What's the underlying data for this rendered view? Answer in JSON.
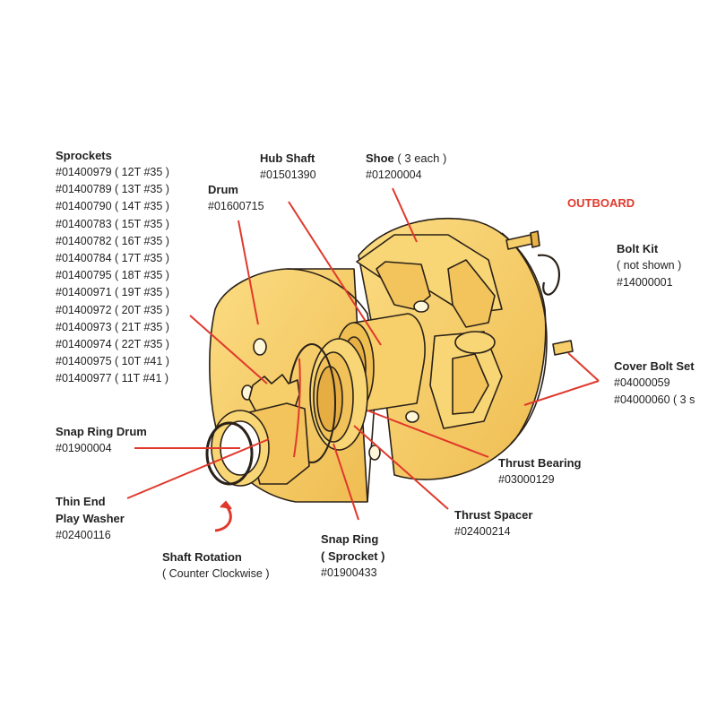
{
  "colors": {
    "accent": "#e0392c",
    "part_fill": "#f6cf6a",
    "part_stroke": "#2a2118"
  },
  "sprockets": {
    "title": "Sprockets",
    "items": [
      "#01400979 ( 12T #35 )",
      "#01400789 ( 13T #35 )",
      "#01400790 ( 14T #35 )",
      "#01400783 ( 15T #35 )",
      "#01400782 ( 16T #35 )",
      "#01400784 ( 17T #35 )",
      "#01400795 ( 18T #35 )",
      "#01400971 ( 19T #35 )",
      "#01400972 ( 20T #35 )",
      "#01400973 ( 21T #35 )",
      "#01400974 ( 22T #35 )",
      "#01400975 ( 10T #41 )",
      "#01400977 ( 11T #41 )"
    ]
  },
  "hub_shaft": {
    "title": "Hub Shaft",
    "part": "#01501390"
  },
  "shoe": {
    "title": "Shoe",
    "qty": "( 3 each )",
    "part": "#01200004"
  },
  "drum": {
    "title": "Drum",
    "part": "#01600715"
  },
  "outboard": "OUTBOARD",
  "bolt_kit": {
    "title": "Bolt Kit",
    "note": "( not shown )",
    "part": "#14000001"
  },
  "cover_bolt_set": {
    "title": "Cover Bolt Set",
    "part1": "#04000059",
    "part2": "#04000060 ( 3 s"
  },
  "snap_ring_drum": {
    "title": "Snap Ring Drum",
    "part": "#01900004"
  },
  "thrust_bearing": {
    "title": "Thrust Bearing",
    "part": "#03000129"
  },
  "thin_end_play_washer": {
    "title_line1": "Thin End",
    "title_line2": "Play Washer",
    "part": "#02400116"
  },
  "thrust_spacer": {
    "title": "Thrust Spacer",
    "part": "#02400214"
  },
  "shaft_rotation": {
    "title": "Shaft Rotation",
    "note": "( Counter Clockwise )"
  },
  "snap_ring_sprocket": {
    "title_line1": "Snap Ring",
    "title_line2": "( Sprocket )",
    "part": "#01900433"
  }
}
